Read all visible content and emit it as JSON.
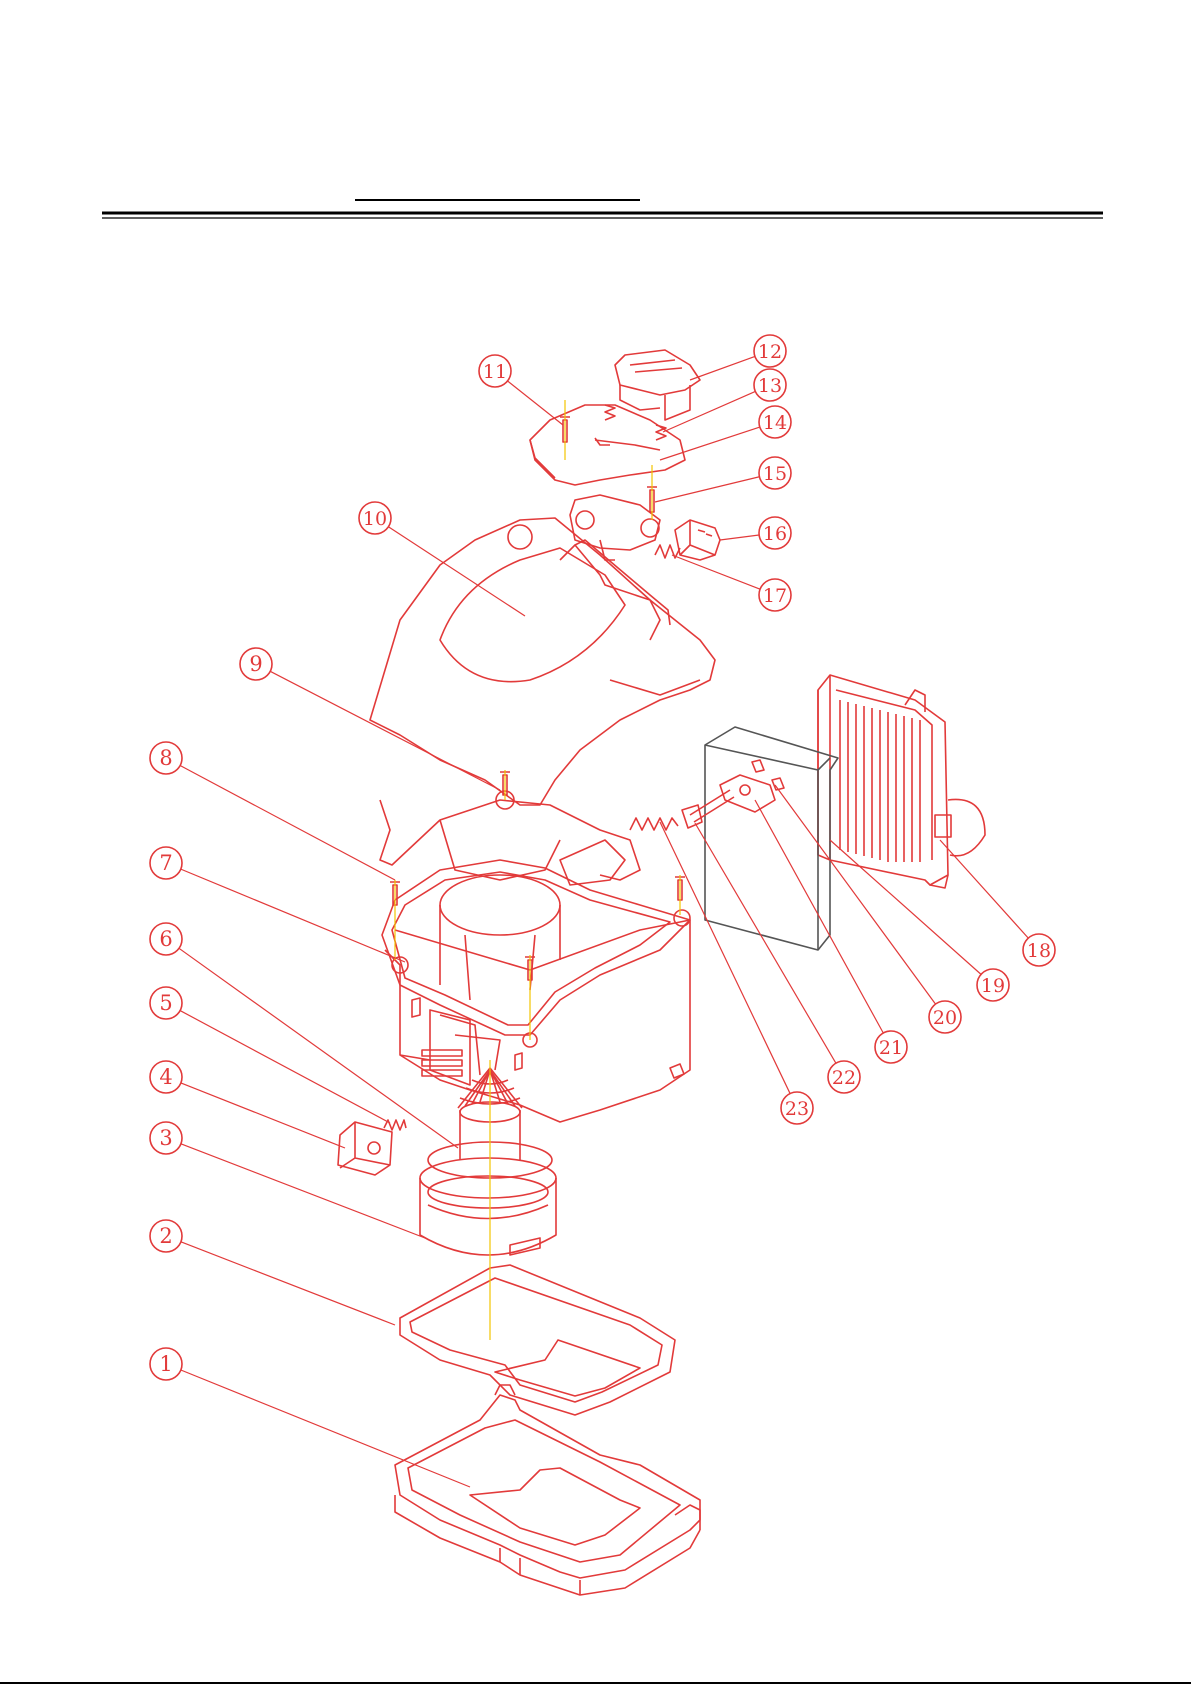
{
  "diagram": {
    "type": "exploded-parts-view",
    "colors": {
      "part_line": "#e23a3a",
      "leader": "#e23a3a",
      "axis": "#f2c400",
      "rule": "#000000",
      "paper": "#ffffff"
    },
    "callouts": [
      {
        "id": "1",
        "label": "1"
      },
      {
        "id": "2",
        "label": "2"
      },
      {
        "id": "3",
        "label": "3"
      },
      {
        "id": "4",
        "label": "4"
      },
      {
        "id": "5",
        "label": "5"
      },
      {
        "id": "6",
        "label": "6"
      },
      {
        "id": "7",
        "label": "7"
      },
      {
        "id": "8",
        "label": "8"
      },
      {
        "id": "9",
        "label": "9"
      },
      {
        "id": "10",
        "label": "10"
      },
      {
        "id": "11",
        "label": "11"
      },
      {
        "id": "12",
        "label": "12"
      },
      {
        "id": "13",
        "label": "13"
      },
      {
        "id": "14",
        "label": "14"
      },
      {
        "id": "15",
        "label": "15"
      },
      {
        "id": "16",
        "label": "16"
      },
      {
        "id": "17",
        "label": "17"
      },
      {
        "id": "18",
        "label": "18"
      },
      {
        "id": "19",
        "label": "19"
      },
      {
        "id": "20",
        "label": "20"
      },
      {
        "id": "21",
        "label": "21"
      },
      {
        "id": "22",
        "label": "22"
      },
      {
        "id": "23",
        "label": "23"
      }
    ]
  }
}
